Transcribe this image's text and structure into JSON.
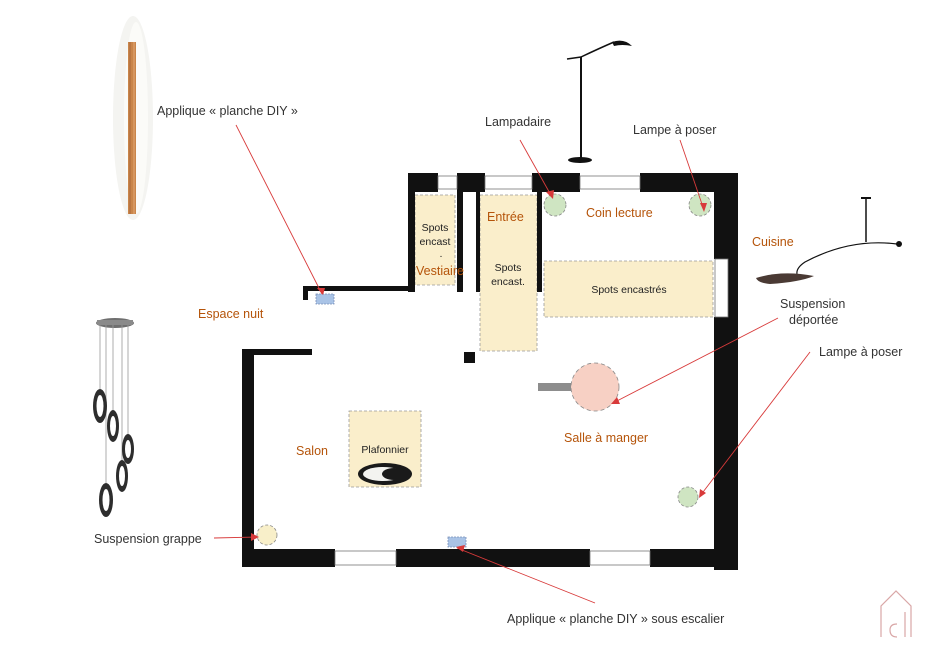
{
  "callouts": {
    "applique_diy": "Applique « planche DIY »",
    "lampadaire": "Lampadaire",
    "lampe_poser_top": "Lampe à poser",
    "suspension_deportee_1": "Suspension",
    "suspension_deportee_2": "déportée",
    "lampe_poser_right": "Lampe à poser",
    "suspension_grappe": "Suspension grappe",
    "applique_escalier": "Applique « planche DIY » sous escalier"
  },
  "rooms": {
    "espace_nuit": "Espace nuit",
    "entree": "Entrée",
    "vestiaire": "Vestiaire",
    "coin_lecture": "Coin lecture",
    "cuisine": "Cuisine",
    "salon": "Salon",
    "salle_a_manger": "Salle à manger"
  },
  "zones": {
    "spots_vestiaire_1": "Spots",
    "spots_vestiaire_2": "encast",
    "spots_vestiaire_3": "·",
    "spots_entree_1": "Spots",
    "spots_entree_2": "encast.",
    "spots_cuisine": "Spots encastrés",
    "plafonnier": "Plafonnier"
  },
  "colors": {
    "wall": "#111111",
    "spot_zone": "#faeecb",
    "lamp_green": "#cfe5c2",
    "suspension_pink": "#f7d0c4",
    "grappe_yellow": "#f8efc9",
    "applique_blue": "#a9c3e6",
    "room_label": "#b5540a",
    "callout_line": "#d83a3a"
  },
  "icons": [
    "wall-sconce-icon",
    "floor-lamp-icon",
    "pendant-arm-lamp-icon",
    "cluster-pendant-icon",
    "ceiling-light-icon",
    "logo-icon"
  ]
}
